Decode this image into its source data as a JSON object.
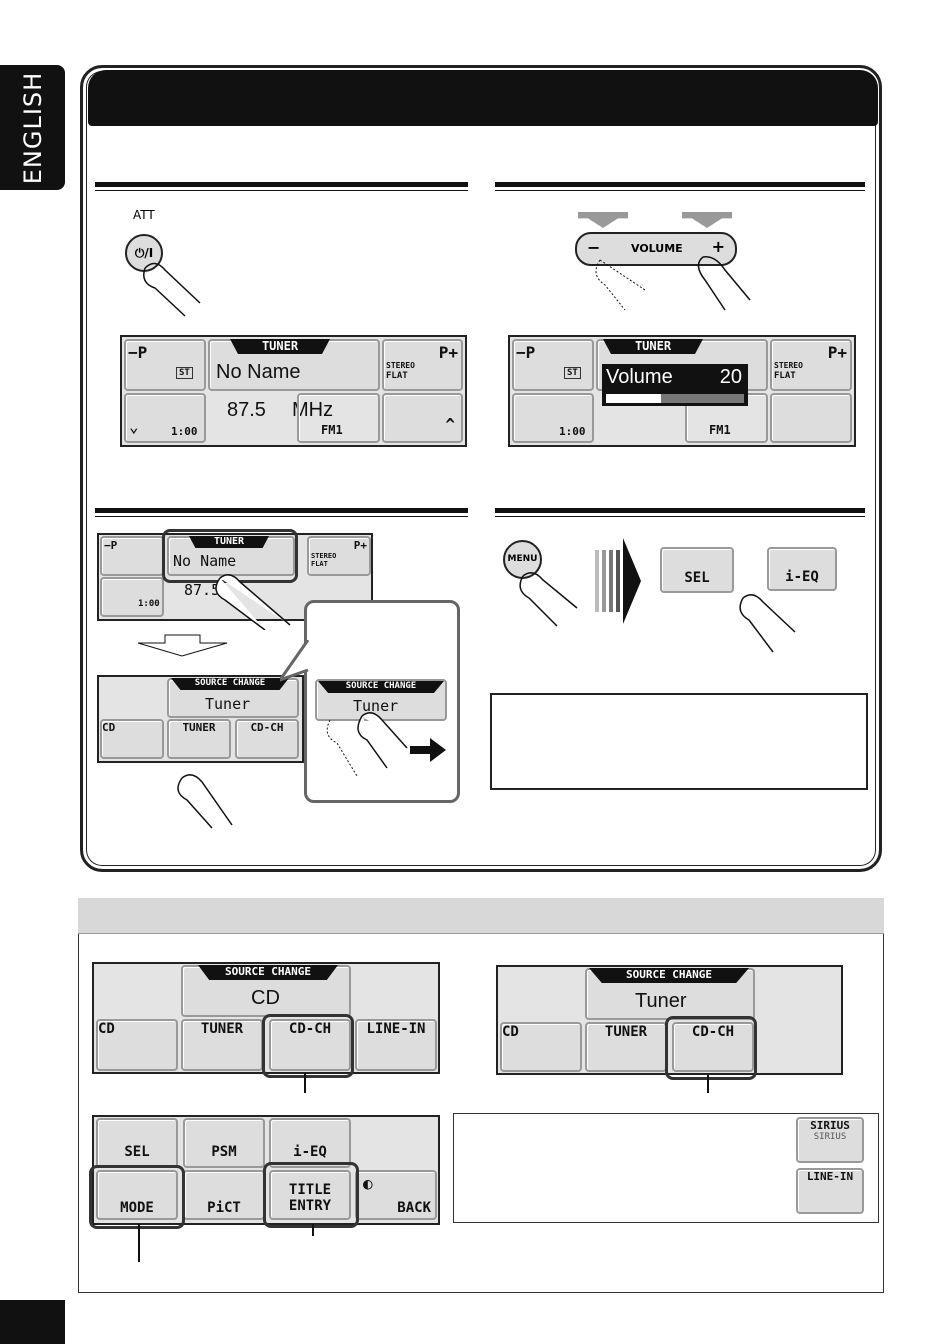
{
  "side_tab": {
    "label": "ENGLISH"
  },
  "att": {
    "label": "ATT",
    "power_button": "⏻/I"
  },
  "tuner_display": {
    "source": "TUNER",
    "name": "No Name",
    "frequency": "87.5",
    "unit": "MHz",
    "band": "FM1",
    "preset_minus": "−P",
    "preset_plus": "P+",
    "st_badge": "ST",
    "stereo": "STEREO",
    "flat": "FLAT",
    "clock": "1:00"
  },
  "volume": {
    "label": "VOLUME",
    "minus": "−",
    "plus": "+",
    "overlay_label": "Volume",
    "level": 20,
    "level_fraction": 0.4
  },
  "source_change": {
    "header": "SOURCE CHANGE",
    "current_tuner": "Tuner",
    "current_cd": "CD",
    "buttons": [
      "CD",
      "TUNER",
      "CD-CH",
      "LINE-IN"
    ]
  },
  "menu": {
    "menu_button": "MENU",
    "sel": "SEL",
    "ieq": "i-EQ"
  },
  "menu_display": {
    "row1": [
      "SEL",
      "PSM",
      "i-EQ"
    ],
    "row2": [
      "MODE",
      "PiCT",
      "TITLE",
      "ENTRY",
      "BACK"
    ]
  },
  "icons": {
    "sirius": "SIRIUS",
    "sirius_sub": "SIRIUS",
    "linein": "LINE-IN"
  }
}
